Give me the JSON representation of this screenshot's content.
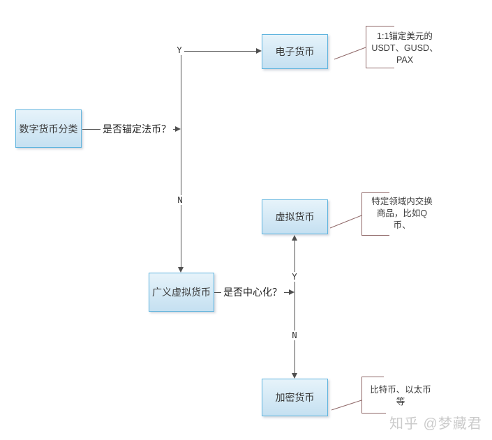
{
  "colors": {
    "box_border": "#5fb4de",
    "box_fill_top": "#e6f3fa",
    "box_fill_bottom": "#c5e0f1",
    "box_text": "#3a3a3a",
    "connector": "#4f4f4f",
    "note_line": "#8f6868",
    "note_text": "#3c3c3c",
    "watermark": "#cbcbcb"
  },
  "flow": {
    "root": {
      "label": "数字货币分类"
    },
    "decision1": {
      "label": "是否锚定法币？",
      "yes": "Y",
      "no": "N"
    },
    "electronic": {
      "label": "电子货币"
    },
    "broad_virtual": {
      "label": "广义虚拟货币"
    },
    "decision2": {
      "label": "是否中心化？",
      "yes": "Y",
      "no": "N"
    },
    "virtual": {
      "label": "虚拟货币"
    },
    "crypto": {
      "label": "加密货币"
    }
  },
  "notes": {
    "electronic": {
      "lines": [
        "1:1锚定美元的",
        "USDT、GUSD、",
        "PAX"
      ]
    },
    "virtual": {
      "lines": [
        "特定领域内交换",
        "商品，比如Q",
        "币、"
      ]
    },
    "crypto": {
      "lines": [
        "比特币、以太币",
        "等"
      ]
    }
  },
  "watermark": {
    "text": "知乎 @梦藏君"
  }
}
